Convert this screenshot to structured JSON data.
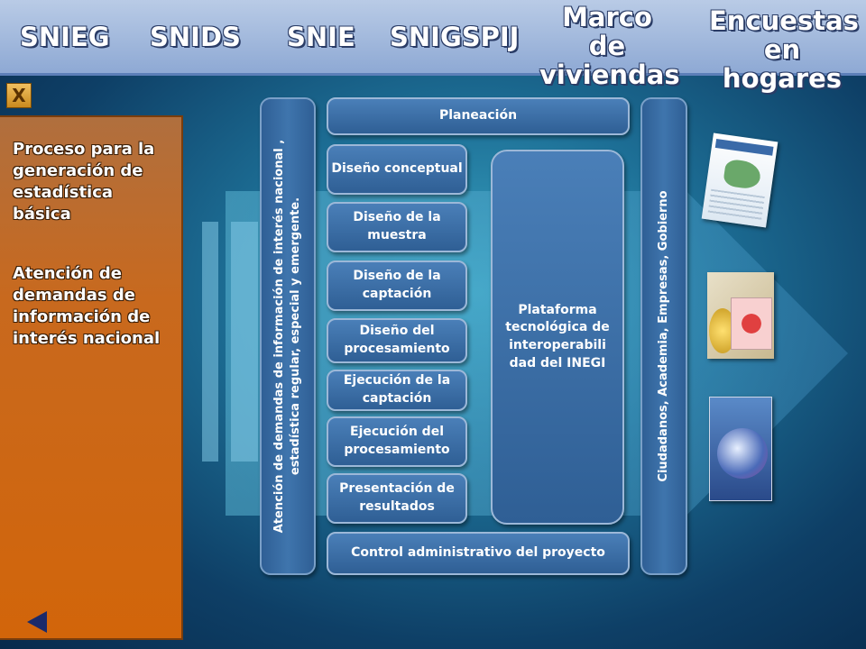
{
  "nav": {
    "items": [
      {
        "label": "SNIEG"
      },
      {
        "label": "SNIDS"
      },
      {
        "label": "SNIE"
      },
      {
        "label": "SNIGSPIJ"
      },
      {
        "label": "Marco de viviendas"
      },
      {
        "label": "Encuestas en hogares"
      }
    ]
  },
  "sidebar": {
    "close_label": "X",
    "text_1": "Proceso para la generación de estadística básica",
    "text_2": "Atención de demandas de información de interés nacional"
  },
  "diagram": {
    "left_pillar": "Atención de demandas de información de interés nacional , estadística regular, especial y emergente.",
    "right_pillar": "Ciudadanos, Academia, Empresas, Gobierno",
    "planeacion": "Planeación",
    "steps": [
      "Diseño conceptual",
      "Diseño de la muestra",
      "Diseño de la captación",
      "Diseño del procesamiento",
      "Ejecución de la captación",
      "Ejecución del procesamiento",
      "Presentación de resultados"
    ],
    "plataforma": "Plataforma tecnológica de interoperabili dad del INEGI",
    "control": "Control administrativo del proyecto"
  },
  "colors": {
    "panel_orange": "#d2650a",
    "box_blue": "#2f5f95",
    "nav_bar": "#8ea9d4"
  }
}
